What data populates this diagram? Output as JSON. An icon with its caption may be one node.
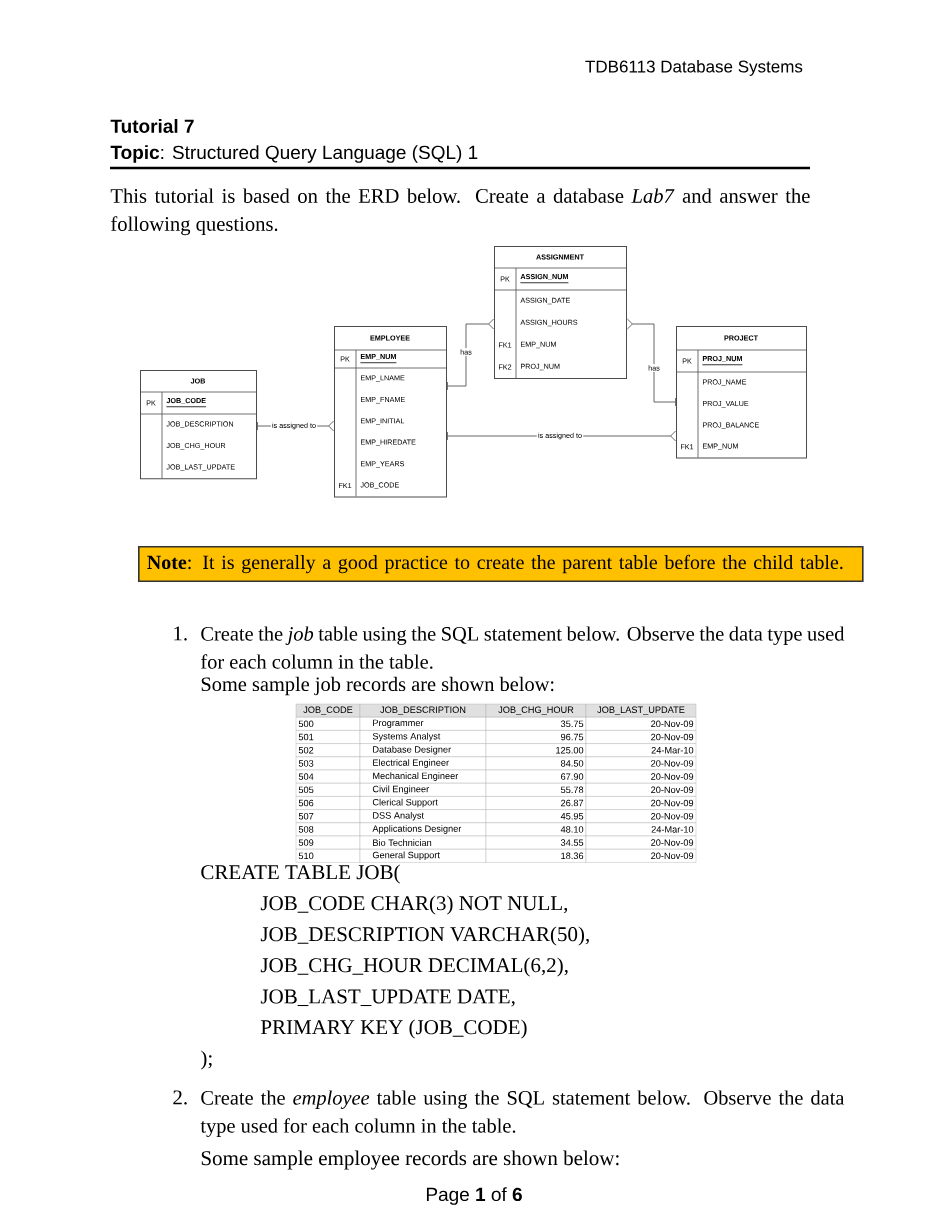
{
  "diagram": {
    "title": "Tutorial 7",
    "nodes": [
      {
        "text": [
          "ASSIGNMENT",
          "PK",
          "ASSIGN_NUM",
          "ASSIGN_DATE",
          "ASSIGN_HOURS",
          "FK1",
          "EMP_NUM",
          "FK2",
          "PROJ_NUM"
        ]
      },
      {
        "text": [
          "EMPLOYEE",
          "PK",
          "EMP_NUM",
          "EMP_LNAME",
          "EMP_FNAME",
          "EMP_INITIAL",
          "EMP_HIREDATE",
          "EMP_YEARS",
          "FK1",
          "JOB_CODE"
        ]
      },
      {
        "text": [
          "PROJECT",
          "PK",
          "PROJ_NUM",
          "PROJ_NAME",
          "PROJ_VALUE",
          "PROJ_BALANCE",
          "FK1",
          "EMP_NUM"
        ]
      },
      {
        "text": [
          "JOB",
          "PK",
          "JOB_CODE",
          "JOB_DESCRIPTION",
          "JOB_CHG_HOUR",
          "JOB_LAST_UPDATE"
        ]
      },
      {
        "text": [
          "**Note**: It is generally a good practice to create the parent table before the child table."
        ]
      }
    ],
    "edges": [
      {
        "from": 1,
        "to": 0,
        "arrow": "other",
        "label": "has"
      },
      {
        "from": 3,
        "to": 1,
        "arrow": "other",
        "label": "is assigned to"
      },
      {
        "from": 1,
        "to": 2,
        "arrow": "other",
        "label": "is assigned to"
      },
      {
        "from": 2,
        "to": 0,
        "arrow": "other",
        "label": "has"
      }
    ],
    "labels": [
      "TDB6113 Database Systems",
      "**Topic**:  Structured Query Language (SQL) 1",
      "This tutorial is based on the ERD below. Create a database *Lab7* and answer the following questions.",
      "1.",
      "Create the *job* table using the SQL statement below. Observe the data type used for each column in the table.",
      "Some sample job records are shown below:",
      "JOB_CODE",
      "JOB_DESCRIPTION",
      "JOB_CHG_HOUR",
      "JOB_LAST_UPDATE",
      "500",
      "Programmer",
      "35.75",
      "20-Nov-09",
      "501",
      "Systems Analyst",
      "96.75",
      "20-Nov-09",
      "502",
      "Database Designer",
      "125.00",
      "24-Mar-10",
      "503",
      "Electrical Engineer",
      "84.50",
      "20-Nov-09",
      "504",
      "Mechanical Engineer",
      "67.90",
      "20-Nov-09",
      "505",
      "Civil Engineer",
      "55.78",
      "20-Nov-09",
      "506",
      "Clerical Support",
      "26.87",
      "20-Nov-09",
      "507",
      "DSS Analyst",
      "45.95",
      "20-Nov-09",
      "508",
      "Applications Designer",
      "48.10",
      "24-Mar-10",
      "509",
      "Bio Technician",
      "34.55",
      "20-Nov-09",
      "510",
      "General Support",
      "18.36",
      "20-Nov-09",
      "CREATE TABLE JOB(",
      "JOB_CODE CHAR(3) NOT NULL,",
      "JOB_DESCRIPTION VARCHAR(50),",
      "JOB_CHG_HOUR DECIMAL(6,2),",
      "JOB_LAST_UPDATE DATE,",
      "PRIMARY KEY (JOB_CODE)",
      ");",
      "2.",
      "Create the *employee* table using the SQL statement below. Observe the data type used for each column in the table.",
      "Some sample employee records are shown below:",
      "Page **1** of **6**"
    ]
  }
}
